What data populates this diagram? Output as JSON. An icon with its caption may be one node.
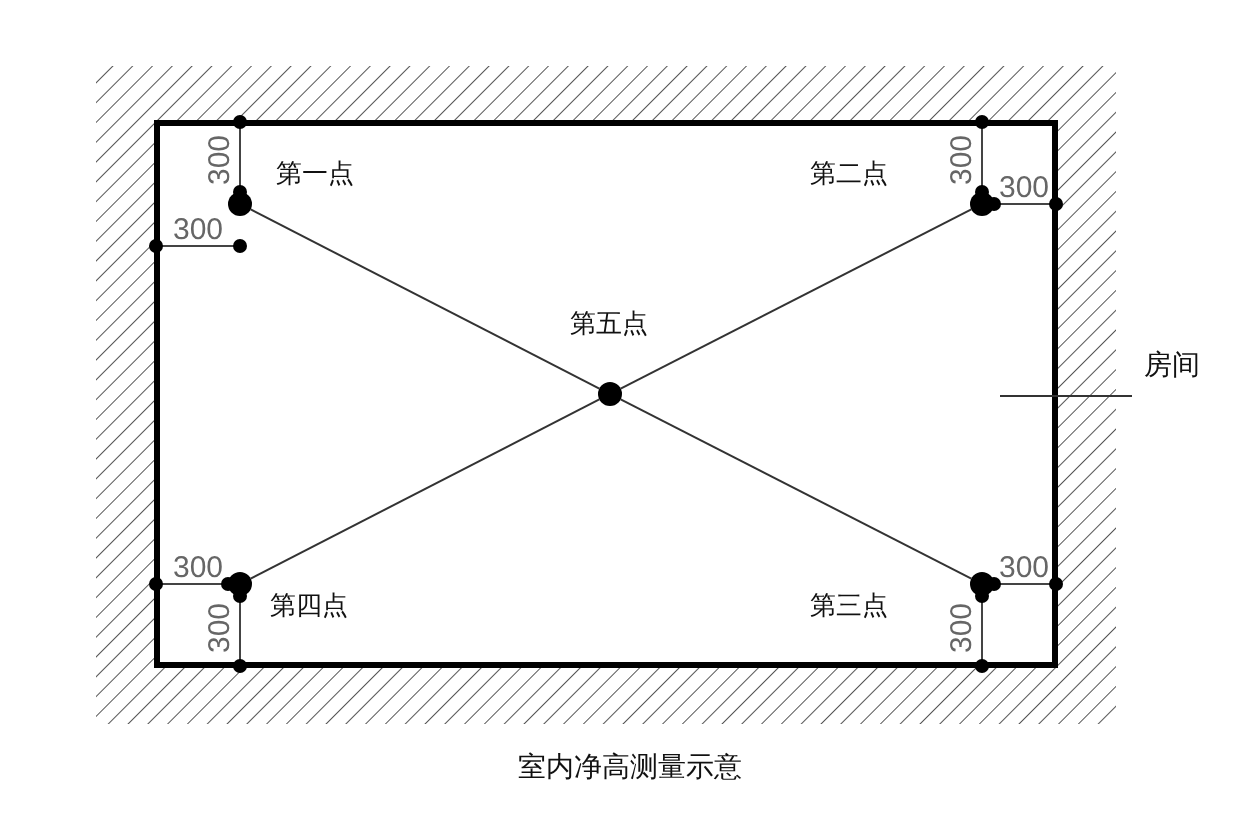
{
  "diagram": {
    "caption": "室内净高测量示意",
    "nodes": [
      {
        "text": [],
        "shape": "box"
      },
      {
        "text": [],
        "shape": "circle",
        "in": 0,
        "beside": [
          "第一点"
        ]
      },
      {
        "text": [],
        "shape": "circle",
        "in": 0,
        "beside": [
          "第二点"
        ]
      },
      {
        "text": [],
        "shape": "circle",
        "in": 0,
        "beside": [
          "第五点"
        ]
      },
      {
        "text": [],
        "shape": "circle",
        "in": 0,
        "beside": [
          "第四点"
        ]
      },
      {
        "text": [],
        "shape": "circle",
        "in": 0,
        "beside": [
          "第三点"
        ]
      },
      {
        "text": [
          "房间"
        ]
      }
    ],
    "edges": [
      {
        "from": 1,
        "to": 3,
        "arrow": "none"
      },
      {
        "from": 3,
        "to": 5,
        "arrow": "none"
      },
      {
        "from": 2,
        "to": 3,
        "arrow": "none"
      },
      {
        "from": 3,
        "to": 4,
        "arrow": "none"
      },
      {
        "from": 6,
        "to": 0,
        "arrow": "none"
      }
    ],
    "labels": [
      "300",
      "300",
      "300",
      "300",
      "300",
      "300",
      "300",
      "300"
    ]
  }
}
